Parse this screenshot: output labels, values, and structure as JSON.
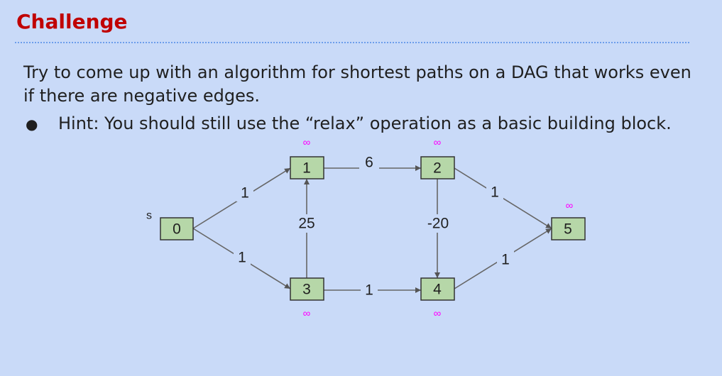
{
  "slide": {
    "title": "Challenge",
    "paragraph": "Try to come up with an algorithm for shortest paths on a DAG that works even if there are negative edges.",
    "bullet": "Hint: You should still use the “relax” operation as a basic building block.",
    "bullet_marker": "●"
  },
  "graph": {
    "source_label": "s",
    "nodes": [
      {
        "id": "0",
        "label": "0",
        "dist": ""
      },
      {
        "id": "1",
        "label": "1",
        "dist": "∞"
      },
      {
        "id": "2",
        "label": "2",
        "dist": "∞"
      },
      {
        "id": "3",
        "label": "3",
        "dist": "∞"
      },
      {
        "id": "4",
        "label": "4",
        "dist": "∞"
      },
      {
        "id": "5",
        "label": "5",
        "dist": "∞"
      }
    ],
    "edges": [
      {
        "from": "0",
        "to": "1",
        "weight": "1"
      },
      {
        "from": "0",
        "to": "3",
        "weight": "1"
      },
      {
        "from": "3",
        "to": "1",
        "weight": "25"
      },
      {
        "from": "1",
        "to": "2",
        "weight": "6"
      },
      {
        "from": "3",
        "to": "4",
        "weight": "1"
      },
      {
        "from": "2",
        "to": "4",
        "weight": "-20"
      },
      {
        "from": "2",
        "to": "5",
        "weight": "1"
      },
      {
        "from": "4",
        "to": "5",
        "weight": "1"
      }
    ]
  }
}
